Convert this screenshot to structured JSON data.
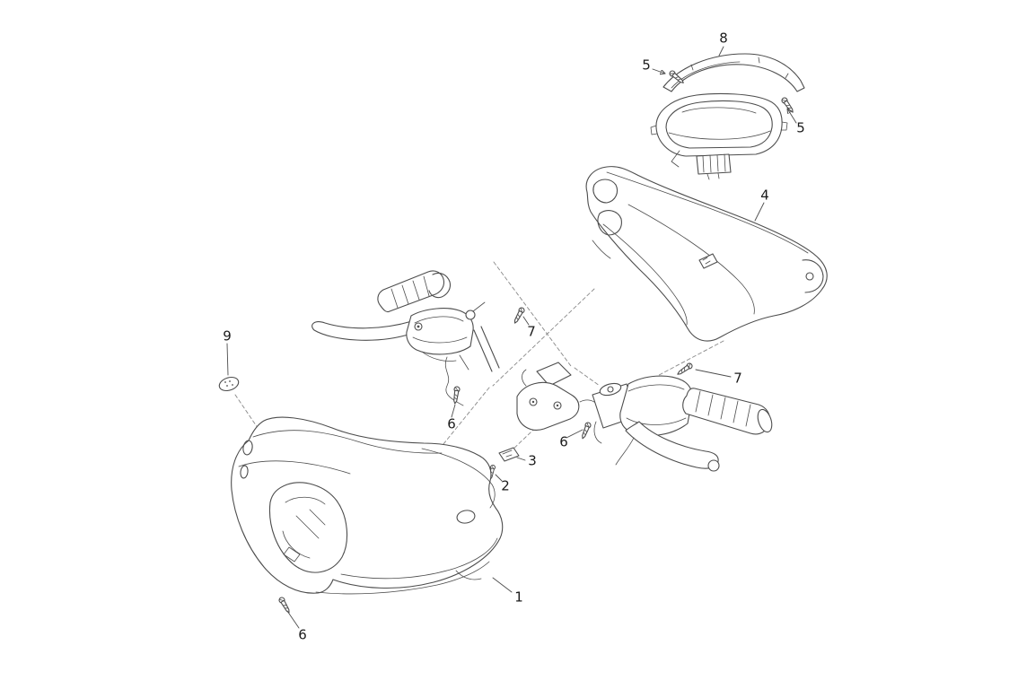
{
  "figure": {
    "type": "exploded-parts-diagram",
    "background_color": "#ffffff",
    "line_color": "#4d4d4d",
    "callouts": [
      {
        "ref": "1"
      },
      {
        "ref": "2"
      },
      {
        "ref": "3"
      },
      {
        "ref": "4"
      },
      {
        "ref": "5"
      },
      {
        "ref": "5"
      },
      {
        "ref": "6"
      },
      {
        "ref": "6"
      },
      {
        "ref": "6"
      },
      {
        "ref": "7"
      },
      {
        "ref": "7"
      },
      {
        "ref": "8"
      },
      {
        "ref": "9"
      }
    ]
  }
}
